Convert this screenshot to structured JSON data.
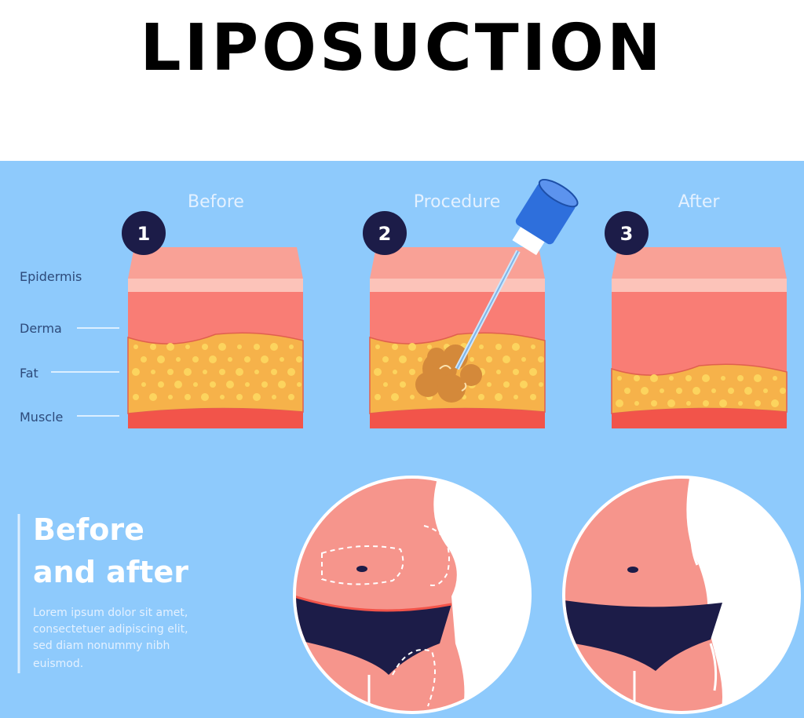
{
  "title": "LIPOSUCTION",
  "steps": [
    {
      "number": "1",
      "label": "Before"
    },
    {
      "number": "2",
      "label": "Procedure"
    },
    {
      "number": "3",
      "label": "After"
    }
  ],
  "layers": [
    "Epidermis",
    "Derma",
    "Fat",
    "Muscle"
  ],
  "before_after": {
    "heading_line1": "Before",
    "heading_line2": "and after",
    "body": [
      "Lorem ipsum dolor sit amet,",
      "consectetuer adipiscing elit,",
      "sed diam nonummy nibh",
      "euismod."
    ]
  },
  "colors": {
    "background": "#8ecafc",
    "epidermis": "#f9a196",
    "derma": "#f97d75",
    "fat": "#f6b24a",
    "muscle": "#f2544a",
    "badge": "#1c1c48"
  }
}
